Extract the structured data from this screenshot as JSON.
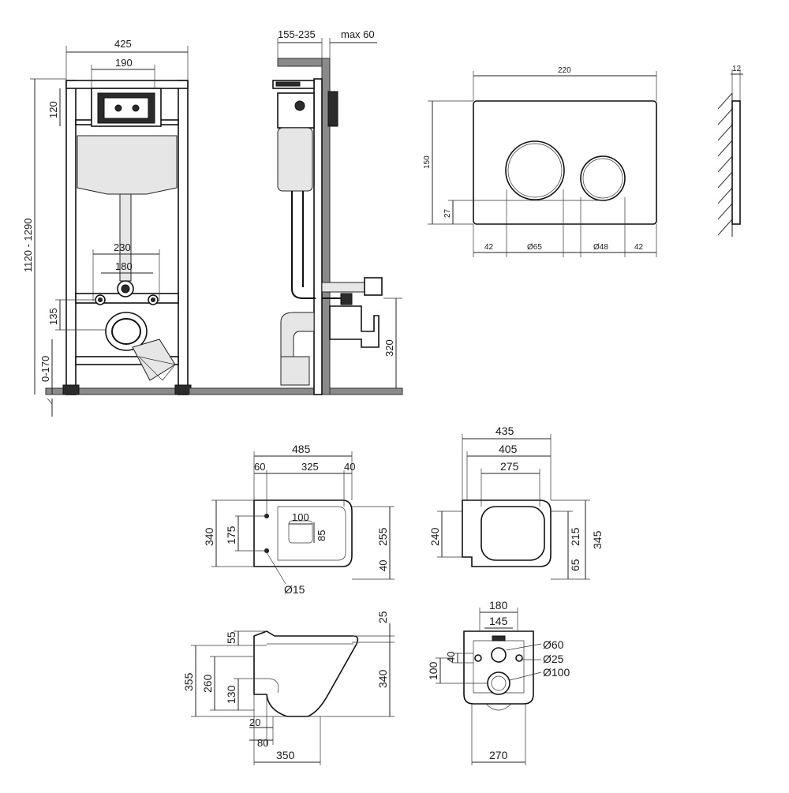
{
  "frame_front": {
    "w": "425",
    "plate_w": "190",
    "plate_h": "120",
    "height_range": "1120 - 1290",
    "pipe_spacing_outer": "230",
    "pipe_spacing_inner": "180",
    "bolt_h": "135",
    "foot_range": "0-170"
  },
  "frame_side": {
    "depth_range": "155-235",
    "wall_max": "max 60",
    "outlet_h": "320"
  },
  "flush_plate": {
    "w": "220",
    "h": "150",
    "offset_bottom": "27",
    "margin_left": "42",
    "d_large": "Ø65",
    "d_small": "Ø48",
    "margin_right": "42",
    "thickness": "12"
  },
  "bowl_top": {
    "length": "485",
    "a": "60",
    "b": "325",
    "c": "40",
    "height": "340",
    "holes": "175",
    "outlet_w": "100",
    "outlet_h": "85",
    "inner_w": "255",
    "edge": "40",
    "hole_d": "Ø15"
  },
  "seat_top": {
    "w_outer": "435",
    "w_mid": "405",
    "w_inner": "275",
    "h_left": "240",
    "h_inner": "215",
    "h_outer": "345",
    "edge": "65"
  },
  "bowl_side": {
    "top_gap": "55",
    "top_off": "25",
    "overall_h": "355",
    "mount_h": "260",
    "outlet_h": "130",
    "right_h": "340",
    "small": "20",
    "base": "80",
    "length": "350"
  },
  "bowl_back": {
    "w_top": "180",
    "w_holes": "145",
    "d_outlet": "Ø60",
    "d_bolt": "Ø25",
    "d_drain": "Ø100",
    "gap": "40",
    "mid_h": "100",
    "base_w": "270"
  }
}
